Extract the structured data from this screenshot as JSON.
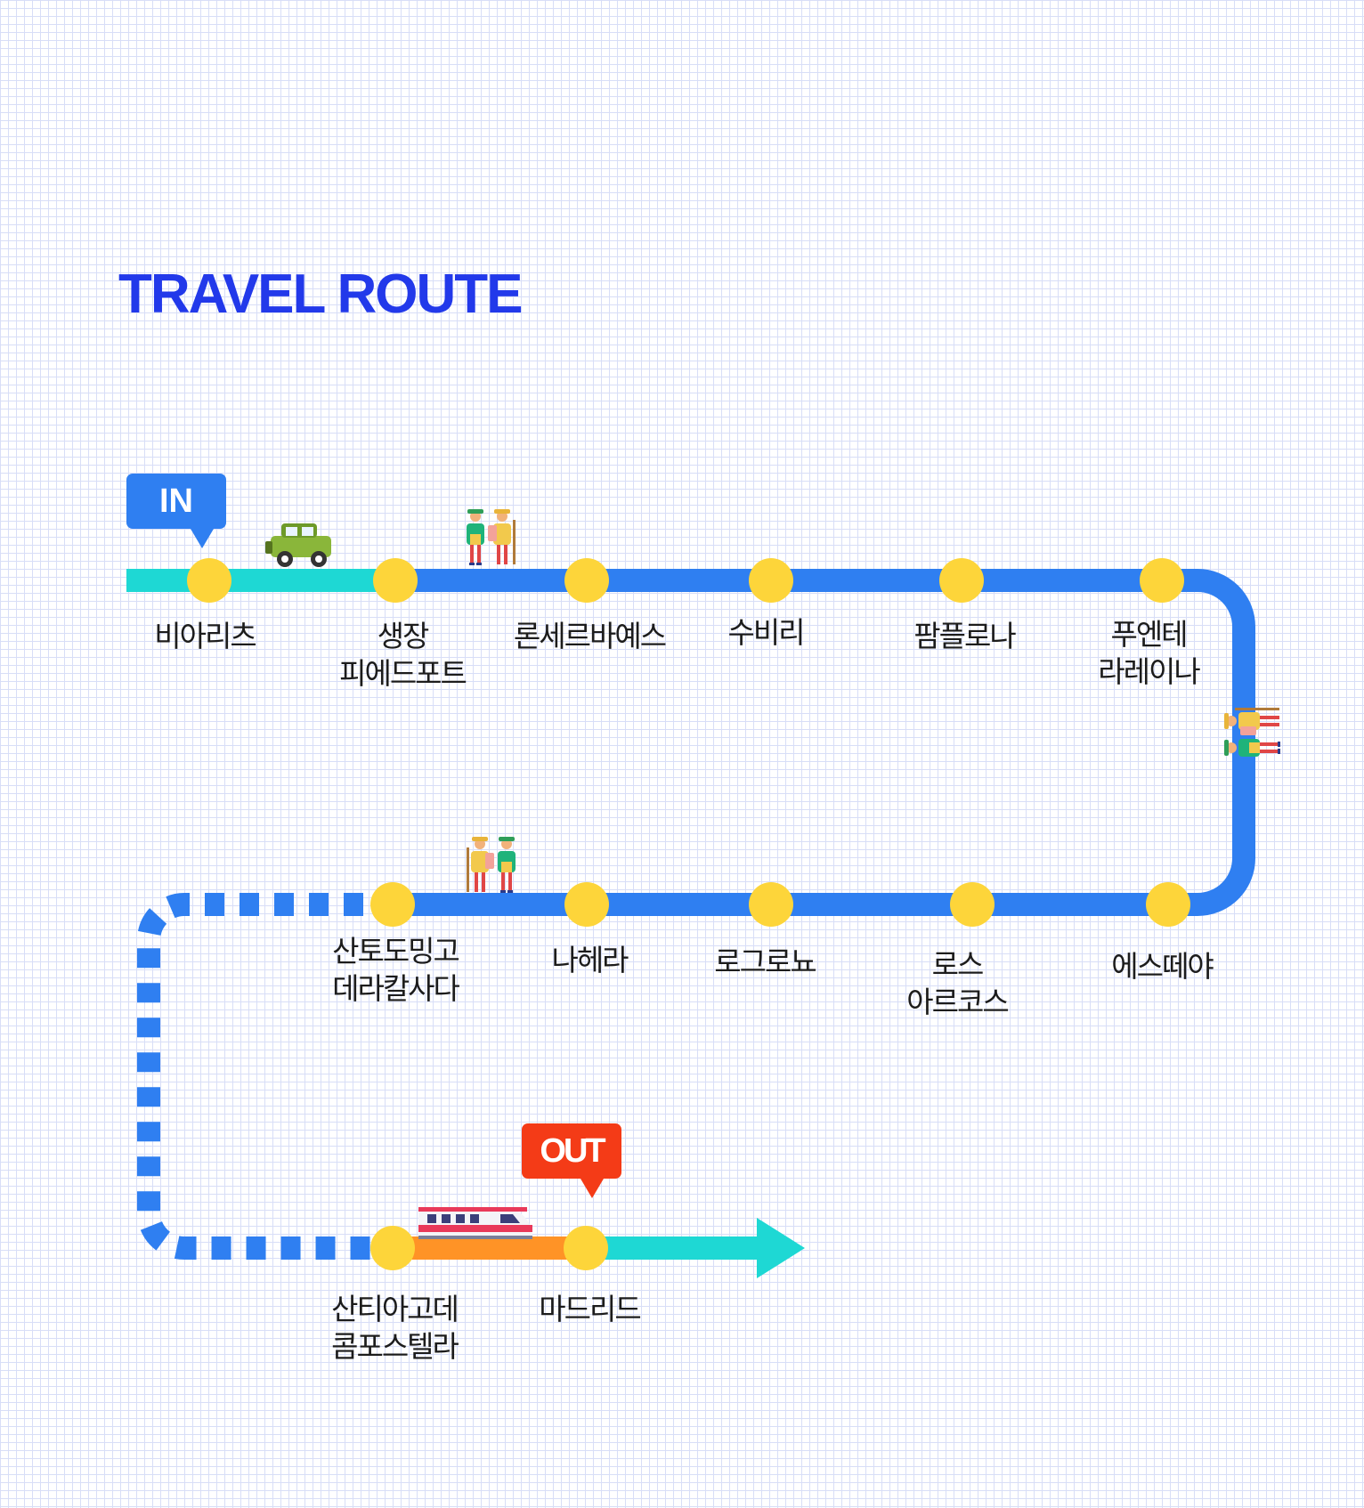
{
  "title": "TRAVEL ROUTE",
  "markers": {
    "start": "IN",
    "end": "OUT"
  },
  "stops": [
    {
      "id": "biarritz",
      "lines": [
        "비아리츠"
      ]
    },
    {
      "id": "saint-jean",
      "lines": [
        "생장",
        "피에드포트"
      ]
    },
    {
      "id": "roncesvalles",
      "lines": [
        "론세르바예스"
      ]
    },
    {
      "id": "zubiri",
      "lines": [
        "수비리"
      ]
    },
    {
      "id": "pamplona",
      "lines": [
        "팜플로나"
      ]
    },
    {
      "id": "puente-la-reina",
      "lines": [
        "푸엔테",
        "라레이나"
      ]
    },
    {
      "id": "estella",
      "lines": [
        "에스떼야"
      ]
    },
    {
      "id": "los-arcos",
      "lines": [
        "로스",
        "아르코스"
      ]
    },
    {
      "id": "logrono",
      "lines": [
        "로그로뇨"
      ]
    },
    {
      "id": "najera",
      "lines": [
        "나헤라"
      ]
    },
    {
      "id": "santo-domingo",
      "lines": [
        "산토도밍고",
        "데라칼사다"
      ]
    },
    {
      "id": "santiago",
      "lines": [
        "산티아고데",
        "콤포스텔라"
      ]
    },
    {
      "id": "madrid",
      "lines": [
        "마드리드"
      ]
    }
  ],
  "legs": [
    {
      "from": "biarritz",
      "to": "saint-jean",
      "mode": "car",
      "icon": "car-icon"
    },
    {
      "from": "saint-jean",
      "to": "puente-la-reina",
      "mode": "walk",
      "icon": "hikers-icon"
    },
    {
      "from": "puente-la-reina",
      "to": "estella",
      "mode": "walk",
      "icon": "hikers-icon"
    },
    {
      "from": "estella",
      "to": "santo-domingo",
      "mode": "walk",
      "icon": "hikers-icon"
    },
    {
      "from": "santo-domingo",
      "to": "santiago",
      "mode": "skipped",
      "icon": ""
    },
    {
      "from": "santiago",
      "to": "madrid",
      "mode": "train",
      "icon": "train-icon"
    },
    {
      "from": "madrid",
      "to": "exit",
      "mode": "exit",
      "icon": "arrow-icon"
    }
  ],
  "colors": {
    "title": "#2239ea",
    "route_main": "#2f7ff1",
    "route_car": "#1ed8d4",
    "route_train": "#ff9326",
    "route_exit": "#1ed8d4",
    "stop_dot": "#fdd53a",
    "marker_in": "#2f7ff1",
    "marker_out": "#f43b17",
    "grid": "#d8def7"
  }
}
